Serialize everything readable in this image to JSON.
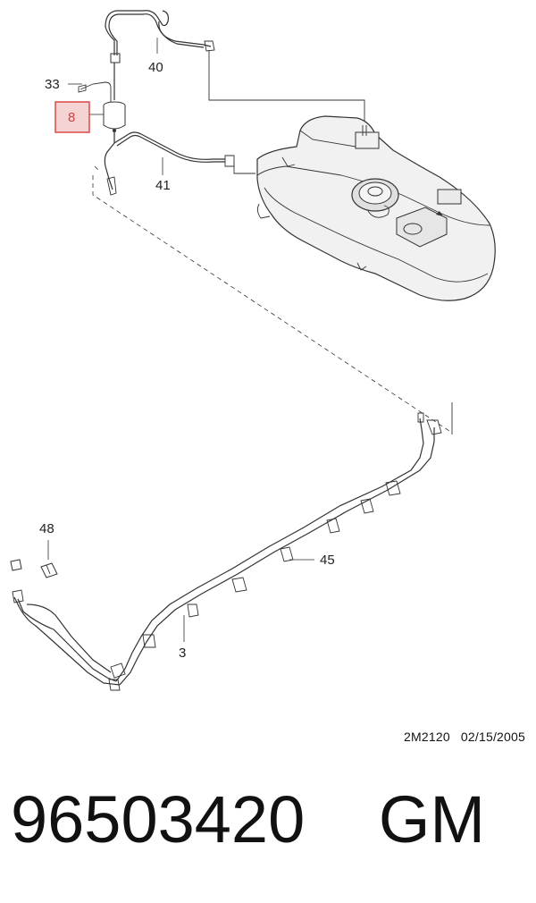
{
  "callouts": {
    "c40": "40",
    "c33": "33",
    "c8": "8",
    "c41": "41",
    "c48": "48",
    "c45": "45",
    "c3": "3"
  },
  "reference": {
    "code": "2M2120",
    "date": "02/15/2005"
  },
  "part": {
    "number": "96503420",
    "brand": "GM"
  },
  "colors": {
    "highlight_fill": "#f6d3d3",
    "highlight_stroke": "#d94a4a",
    "line": "#333333"
  }
}
